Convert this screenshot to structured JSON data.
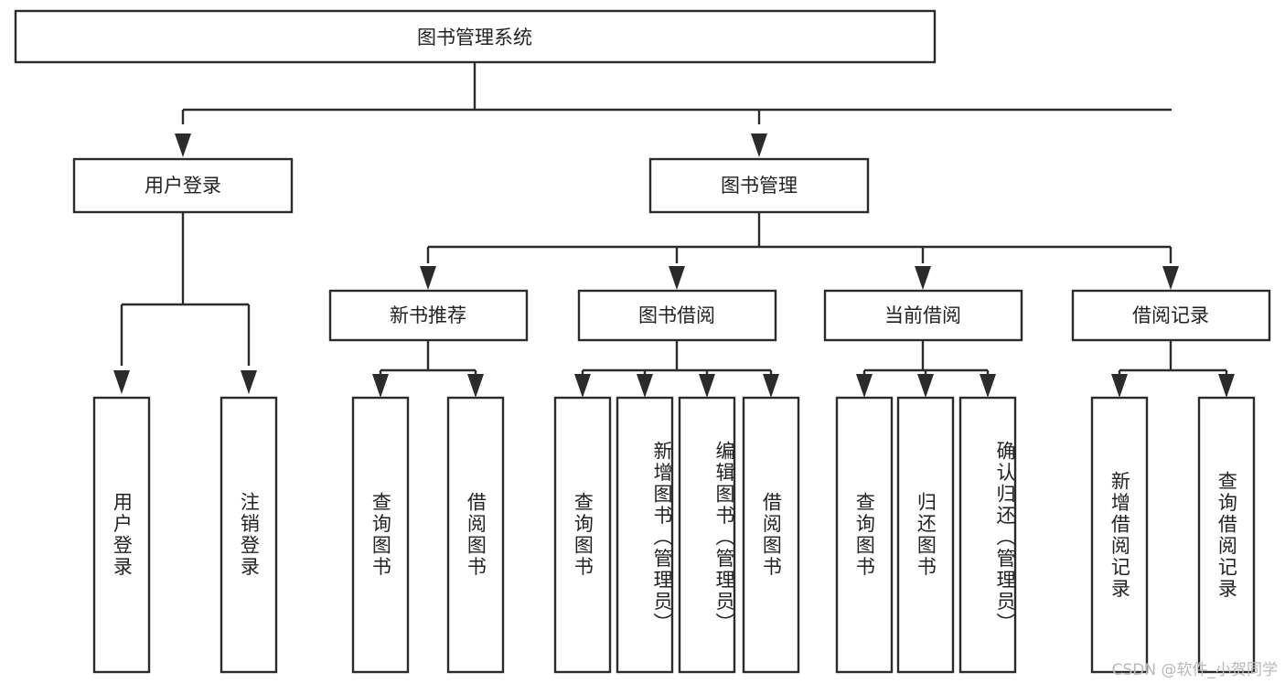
{
  "diagram": {
    "type": "tree",
    "title": "图书管理系统",
    "watermark": "CSDN @软件_小贺同学",
    "root": {
      "id": "root",
      "label": "图书管理系统",
      "orientation": "horizontal"
    },
    "level2": [
      {
        "id": "user-login",
        "label": "用户登录",
        "orientation": "horizontal"
      },
      {
        "id": "book-manage",
        "label": "图书管理",
        "orientation": "horizontal"
      }
    ],
    "level3": [
      {
        "id": "new-book-recommend",
        "label": "新书推荐",
        "parent": "book-manage",
        "orientation": "horizontal"
      },
      {
        "id": "book-borrow",
        "label": "图书借阅",
        "parent": "book-manage",
        "orientation": "horizontal"
      },
      {
        "id": "current-borrow",
        "label": "当前借阅",
        "parent": "book-manage",
        "orientation": "horizontal"
      },
      {
        "id": "borrow-record",
        "label": "借阅记录",
        "parent": "book-manage",
        "orientation": "horizontal"
      }
    ],
    "leaves": [
      {
        "id": "leaf-user-login",
        "label": "用户登录",
        "parent": "user-login",
        "orientation": "vertical"
      },
      {
        "id": "leaf-logout-login",
        "label": "注销登录",
        "parent": "user-login",
        "orientation": "vertical"
      },
      {
        "id": "leaf-query-book-1",
        "label": "查询图书",
        "parent": "new-book-recommend",
        "orientation": "vertical"
      },
      {
        "id": "leaf-borrow-book-1",
        "label": "借阅图书",
        "parent": "new-book-recommend",
        "orientation": "vertical"
      },
      {
        "id": "leaf-query-book-2",
        "label": "查询图书",
        "parent": "book-borrow",
        "orientation": "vertical"
      },
      {
        "id": "leaf-add-book",
        "label": "新增图书（管理员）",
        "parent": "book-borrow",
        "orientation": "vertical"
      },
      {
        "id": "leaf-edit-book",
        "label": "编辑图书（管理员）",
        "parent": "book-borrow",
        "orientation": "vertical"
      },
      {
        "id": "leaf-borrow-book-2",
        "label": "借阅图书",
        "parent": "book-borrow",
        "orientation": "vertical"
      },
      {
        "id": "leaf-query-book-3",
        "label": "查询图书",
        "parent": "current-borrow",
        "orientation": "vertical"
      },
      {
        "id": "leaf-return-book",
        "label": "归还图书",
        "parent": "current-borrow",
        "orientation": "vertical"
      },
      {
        "id": "leaf-confirm-return",
        "label": "确认归还（管理员）",
        "parent": "current-borrow",
        "orientation": "vertical"
      },
      {
        "id": "leaf-add-record",
        "label": "新增借阅记录",
        "parent": "borrow-record",
        "orientation": "vertical"
      },
      {
        "id": "leaf-query-record",
        "label": "查询借阅记录",
        "parent": "borrow-record",
        "orientation": "vertical"
      }
    ],
    "colors": {
      "box_stroke": "#2b2b2b",
      "box_fill": "#ffffff",
      "text": "#222222",
      "watermark": "#b9b9b9",
      "background": "#ffffff"
    }
  }
}
